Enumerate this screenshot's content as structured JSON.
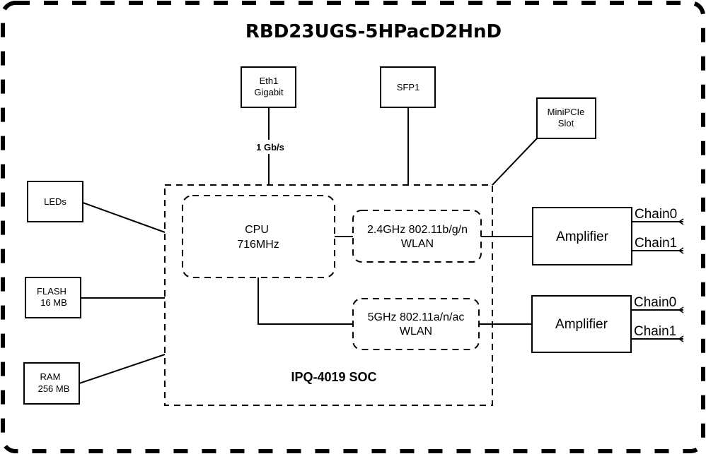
{
  "diagram": {
    "title": "RBD23UGS-5HPacD2HnD",
    "ports": {
      "eth1": {
        "line1": "Eth1",
        "line2": "Gigabit"
      },
      "eth1_speed": "1 Gb/s",
      "sfp1": {
        "line1": "SFP1"
      },
      "minipcie": {
        "line1": "MiniPCIe",
        "line2": "Slot"
      }
    },
    "peripherals": {
      "leds": {
        "line1": "LEDs"
      },
      "flash": {
        "line1": "FLASH",
        "line2": "16 MB"
      },
      "ram": {
        "line1": "RAM",
        "line2": "256 MB"
      }
    },
    "soc": {
      "label": "IPQ-4019 SOC",
      "cpu": {
        "line1": "CPU",
        "line2": "716MHz"
      },
      "wlan24": {
        "line1": "2.4GHz 802.11b/g/n",
        "line2": "WLAN"
      },
      "wlan5": {
        "line1": "5GHz 802.11a/n/ac",
        "line2": "WLAN"
      }
    },
    "amplifiers": [
      {
        "label": "Amplifier",
        "chains": [
          "Chain0",
          "Chain1"
        ]
      },
      {
        "label": "Amplifier",
        "chains": [
          "Chain0",
          "Chain1"
        ]
      }
    ]
  }
}
